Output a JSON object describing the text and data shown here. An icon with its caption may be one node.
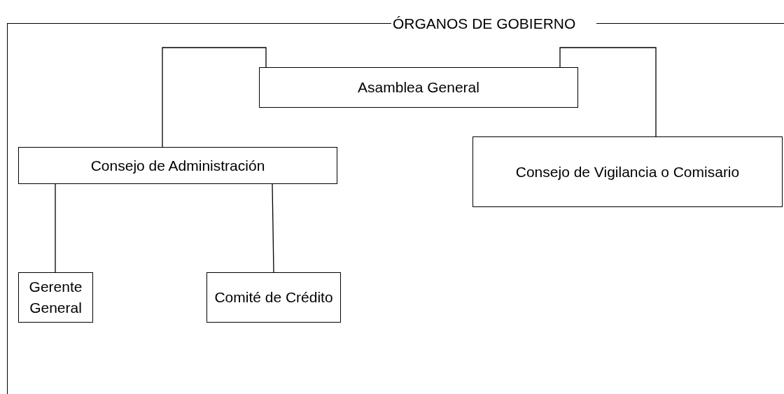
{
  "diagram": {
    "nodes": [
      {
        "text": [
          "ÓRGANOS DE GOBIERNO"
        ]
      },
      {
        "text": [
          "Asamblea General"
        ],
        "in": 0
      },
      {
        "text": [
          "Consejo de Administración"
        ],
        "in": 0
      },
      {
        "text": [
          "Consejo de Vigilancia o Comisario"
        ],
        "in": 0
      },
      {
        "text": [
          "Gerente General"
        ],
        "in": 0
      },
      {
        "text": [
          "Comité de Crédito"
        ],
        "in": 0
      }
    ],
    "edges": [
      {
        "from": 1,
        "to": 2,
        "arrow": "none"
      },
      {
        "from": 1,
        "to": 3,
        "arrow": "none"
      },
      {
        "from": 2,
        "to": 4,
        "arrow": "none"
      },
      {
        "from": 2,
        "to": 5,
        "arrow": "none"
      }
    ]
  }
}
